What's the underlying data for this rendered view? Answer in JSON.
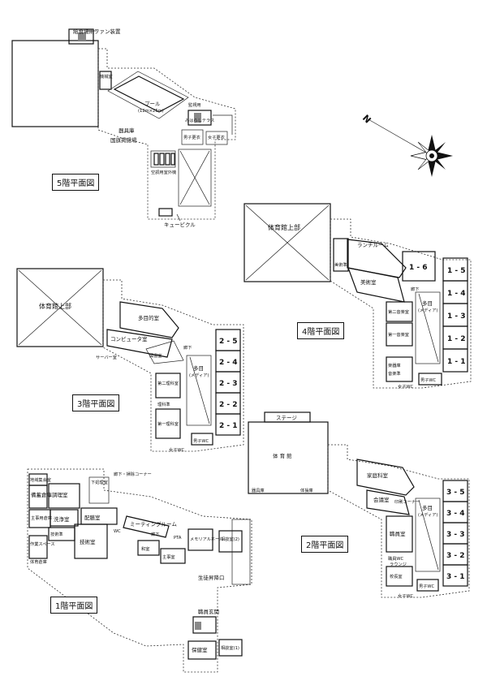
{
  "floor_titles": {
    "f5": "5階平面図",
    "f4": "4階平面図",
    "f3": "3階平面図",
    "f2": "2階平面図",
    "f1": "1階平面図"
  },
  "compass": {
    "label": "N"
  },
  "f5": {
    "fan": "給食場用ファン装置",
    "kikai": "機械室",
    "pool": "プール",
    "pool_size": "(12m×25m)",
    "kanshi": "監視用",
    "terrace": "みはらしテラス",
    "dansi": "男子更衣",
    "joshi": "女子更衣",
    "dougu": "器具庫",
    "kokki": "国旗掲揚場",
    "shitsugai": "空調用室外機",
    "cubicle": "キュービクル"
  },
  "f4": {
    "upper": "体育館上部",
    "lunch": "ランチルーム",
    "bijutsujun": "美術準",
    "bijutsu": "美術室",
    "r16": "1 - 6",
    "r15": "1 - 5",
    "r14": "1 - 4",
    "r13": "1 - 3",
    "r12": "1 - 2",
    "r11": "1 - 1",
    "daini_ongaku": "第二音楽室",
    "daiichi_ongaku": "第一音楽室",
    "gakki": "楽器庫",
    "ongakujun": "音楽準",
    "tamoku": "多目",
    "media": "(メディア)",
    "rouka": "廊下",
    "dansi_wc": "男子WC",
    "joshi_wc": "女子WC"
  },
  "f3": {
    "upper": "体育館上部",
    "tamokuteki": "多目的室",
    "computer": "コンピュータ室",
    "server": "サーバー室",
    "tosho": "図書室",
    "r25": "2 - 5",
    "r24": "2 - 4",
    "r23": "2 - 3",
    "r22": "2 - 2",
    "r21": "2 - 1",
    "daini_rika": "第二理科室",
    "rikajun": "理科準",
    "daiichi_rika": "第一理科室",
    "tamoku": "多目",
    "media": "(メディア)",
    "rouka": "廊下",
    "dansi_wc": "男子WC",
    "joshi_wc": "女子WC"
  },
  "f2": {
    "stage": "ステージ",
    "gym": "体 育 館",
    "kigu": "器具庫",
    "taisou": "体操庫",
    "katei": "家庭科室",
    "kaigi": "会議室",
    "insatsu": "印刷コーナー",
    "shokuin": "職員室",
    "kouchou": "校長室",
    "r35": "3 - 5",
    "r34": "3 - 4",
    "r33": "3 - 3",
    "r32": "3 - 2",
    "r31": "3 - 1",
    "tamoku": "多目",
    "media": "(メディア)",
    "lounge": "ラウンジ",
    "shokuin_wc": "職員WC",
    "dansi_wc": "男子WC",
    "joshi_wc": "女子WC"
  },
  "f1": {
    "nisshoku": "地域集会室",
    "bichiku": "備蓄倉庫",
    "chouri": "調理室",
    "shuji": "主事用倉庫",
    "senjou": "洗浄室",
    "haizen": "配膳室",
    "gijutsujun": "技術準",
    "gijutsu": "技術室",
    "sagyou": "作業スペース",
    "taiiku_souko": "体育倉庫",
    "shita_sentaku": "下処理室",
    "rouka_corner": "廊下・掃除コーナー",
    "meeting": "ミーティングルーム",
    "wa": "和室",
    "pta": "PTA",
    "shuji_room": "主事室",
    "memorial": "メモリアルホール",
    "soudan2": "相談室(2)",
    "seito": "生徒昇降口",
    "shokuin_genkan": "職員玄関",
    "hoken": "保健室",
    "soudan1": "相談室(1)",
    "wc": "WC",
    "rouka": "廊下"
  }
}
